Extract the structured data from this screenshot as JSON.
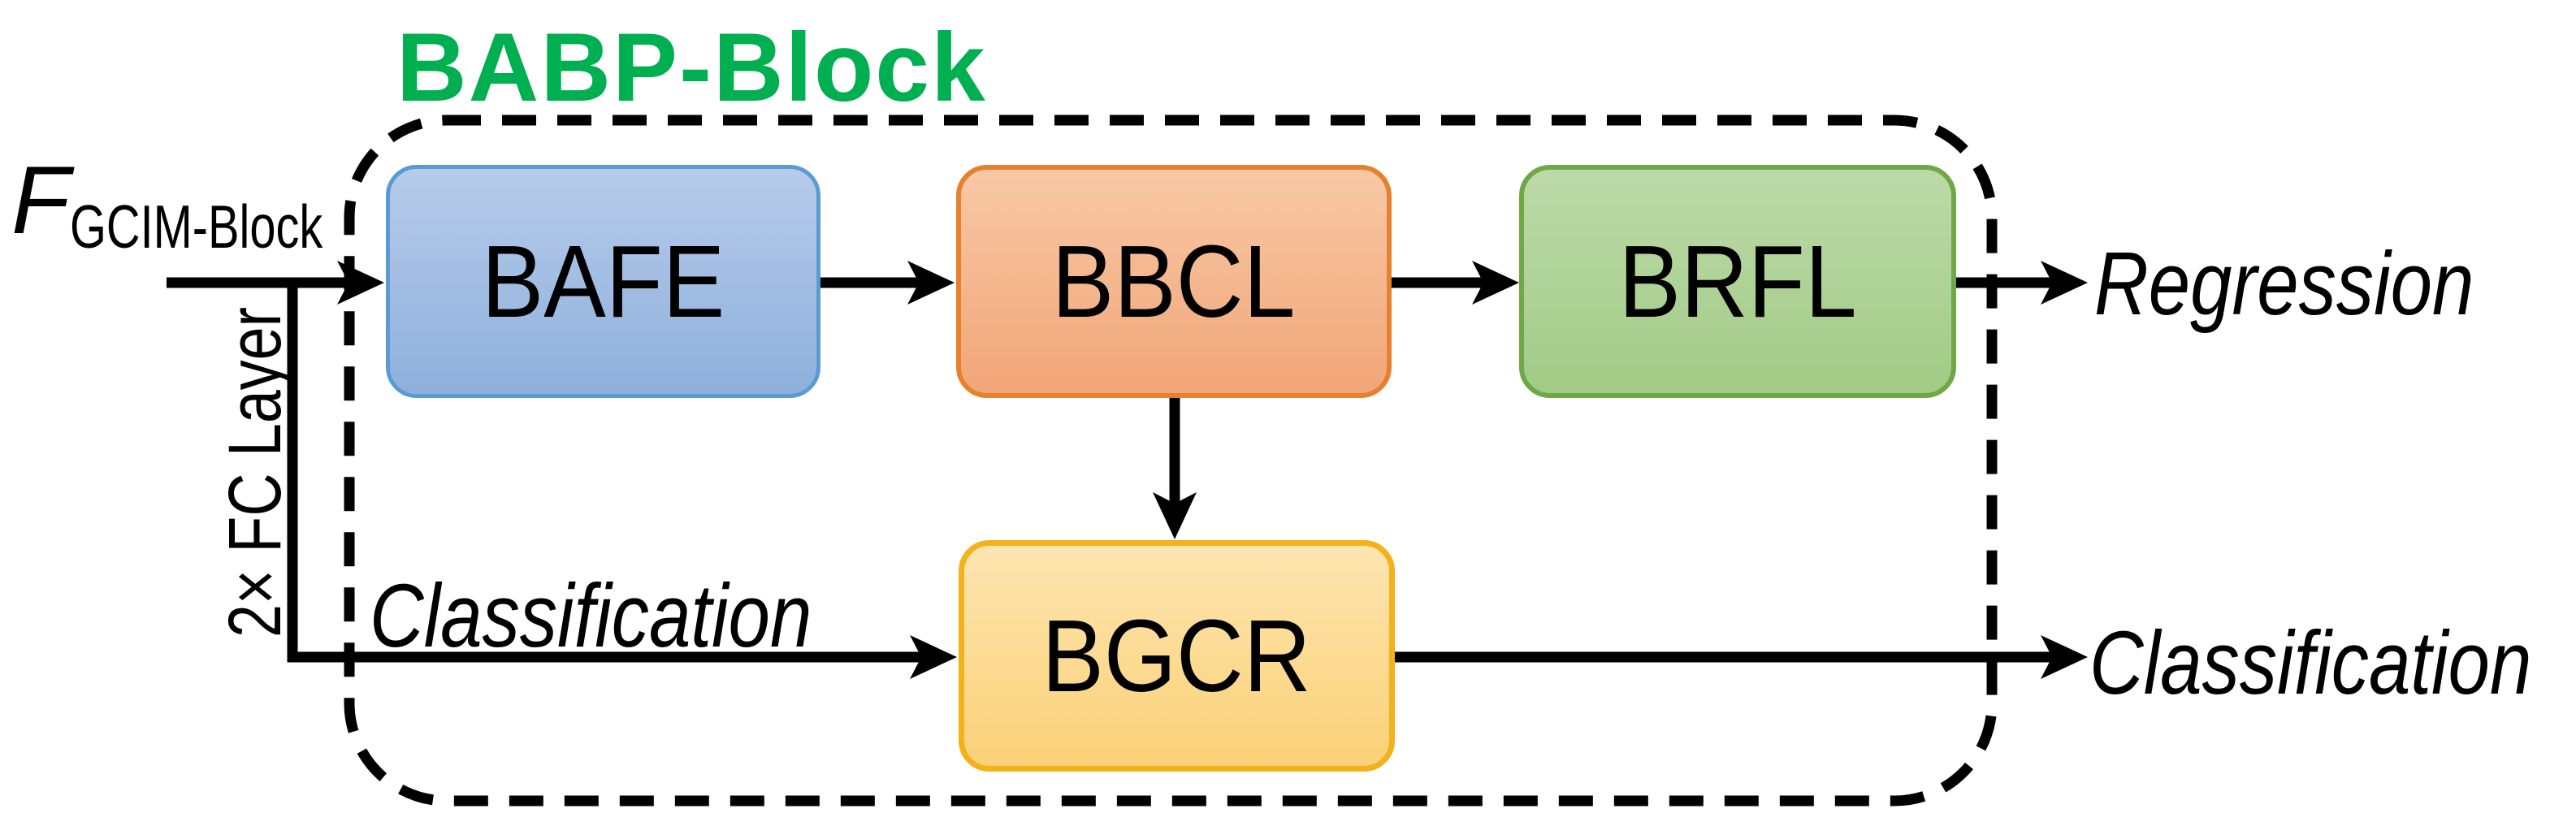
{
  "figure": {
    "title": "BABP-Block",
    "input": {
      "symbol": "F",
      "subscript": "GCIM-Block"
    },
    "fc_label": "2× FC Layer",
    "blocks": [
      {
        "id": "bafe",
        "label": "BAFE"
      },
      {
        "id": "bbcl",
        "label": "BBCL"
      },
      {
        "id": "brfl",
        "label": "BRFL"
      },
      {
        "id": "bgcr",
        "label": "BGCR"
      }
    ],
    "labels": {
      "classification_inner": "Classification",
      "regression_out": "Regression",
      "classification_out": "Classification"
    },
    "colors": {
      "title": "#00B050",
      "line": "#000000",
      "bafe_fill_top": "#B7CBEA",
      "bafe_fill_bottom": "#8EB0DC",
      "bafe_border": "#5B9BD5",
      "bbcl_fill_top": "#F8C8A5",
      "bbcl_fill_bottom": "#F1A678",
      "bbcl_border": "#E5812F",
      "brfl_fill_top": "#BCDAA9",
      "brfl_fill_bottom": "#A2CB86",
      "brfl_border": "#6FA846",
      "bgcr_fill_top": "#FCE5B0",
      "bgcr_fill_bottom": "#FBD177",
      "bgcr_border": "#F3B11C"
    }
  }
}
